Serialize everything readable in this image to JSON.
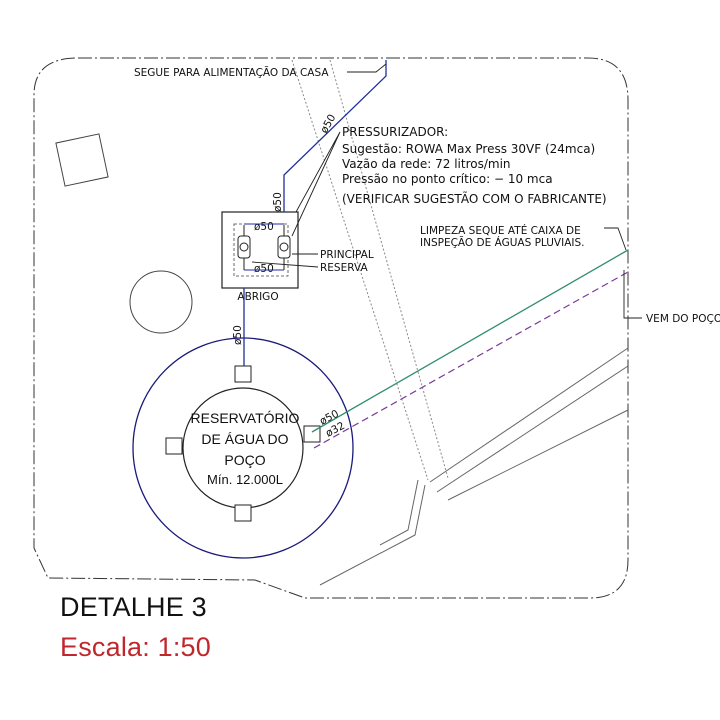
{
  "notes": {
    "house_supply": "SEGUE PARA ALIMENTAÇÃO DA CASA",
    "pressurizer_title": "PRESSURIZADOR:",
    "pressurizer_suggestion": "Sugestão: ROWA Max Press 30VF (24mca)",
    "pressurizer_flow": "Vazão da rede: 72 litros/min",
    "pressurizer_pressure": "Pressão no ponto crítico: − 10 mca",
    "verify_note": "(VERIFICAR SUGESTÃO COM O FABRICANTE)",
    "cleaning_line1": "LIMPEZA SEQUE ATÉ CAIXA DE",
    "cleaning_line2": "INSPEÇÃO DE ÁGUAS PLUVIAIS.",
    "from_well": "VEM DO POÇO",
    "principal": "PRINCIPAL",
    "reserva": "RESERVA",
    "shelter": "ABRIGO"
  },
  "pipes": {
    "d50": "ø50",
    "d32": "ø32"
  },
  "reservoir": {
    "line1": "RESERVATÓRIO",
    "line2": "DE ÁGUA DO",
    "line3": "POÇO",
    "capacity": "Mín. 12.000L"
  },
  "footer": {
    "title": "DETALHE 3",
    "scale": "Escala: 1:50"
  },
  "colors": {
    "pipe_blue": "#1f2f9c",
    "pipe_green": "#2f8f6b",
    "pipe_purple": "#7a3a9a",
    "scale_red": "#c0272d"
  }
}
